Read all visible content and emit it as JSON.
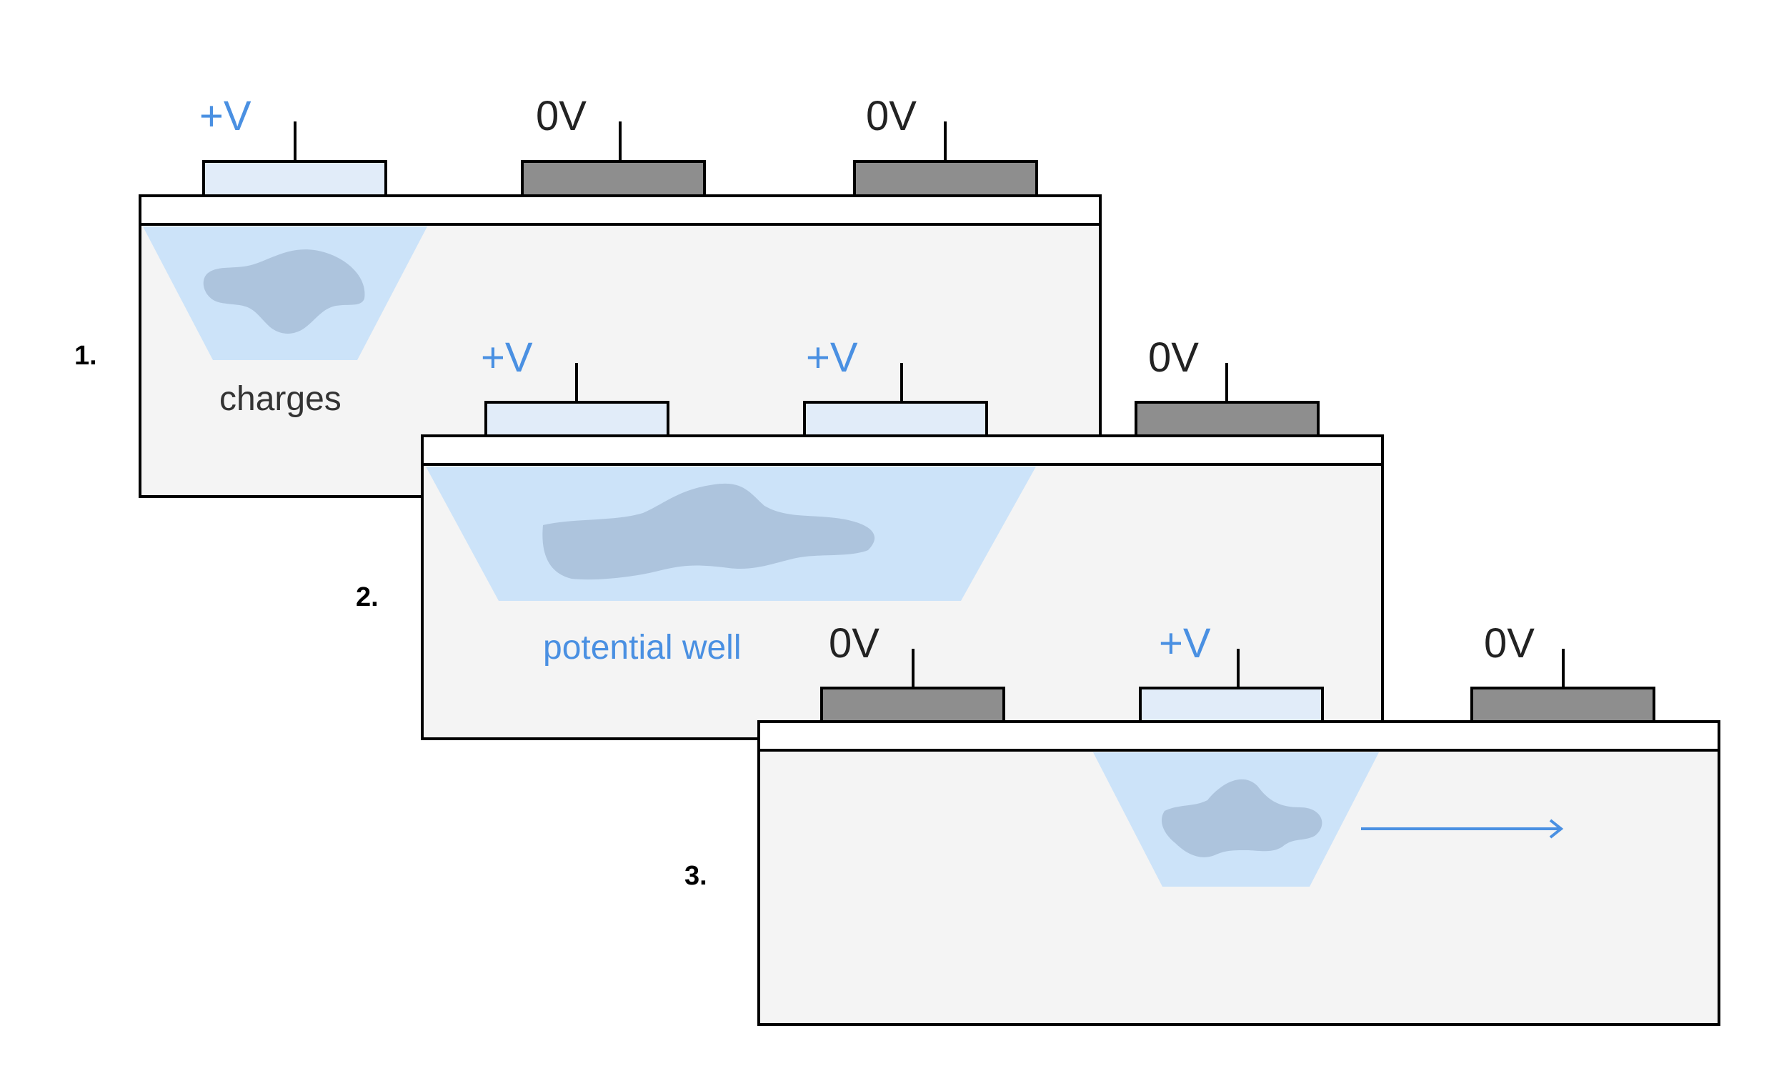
{
  "steps": [
    {
      "label": "1.",
      "gates": [
        {
          "voltage": "+V",
          "state": "on"
        },
        {
          "voltage": "0V",
          "state": "off"
        },
        {
          "voltage": "0V",
          "state": "off"
        }
      ],
      "caption": "charges",
      "caption_color": "#333333"
    },
    {
      "label": "2.",
      "gates": [
        {
          "voltage": "+V",
          "state": "on"
        },
        {
          "voltage": "+V",
          "state": "on"
        },
        {
          "voltage": "0V",
          "state": "off"
        }
      ],
      "caption": "potential well",
      "caption_color": "#4a90e2"
    },
    {
      "label": "3.",
      "gates": [
        {
          "voltage": "0V",
          "state": "off"
        },
        {
          "voltage": "+V",
          "state": "on"
        },
        {
          "voltage": "0V",
          "state": "off"
        }
      ],
      "transfer_direction": "right"
    }
  ],
  "colors": {
    "positive_voltage": "#4a90e2",
    "zero_voltage": "#222222",
    "gate_off": "#8e8e8e",
    "gate_on": "#e1ecf9",
    "well": "#cce3f9",
    "charge": "#adc4dd",
    "substrate": "#f4f4f4",
    "arrow": "#4a90e2"
  }
}
